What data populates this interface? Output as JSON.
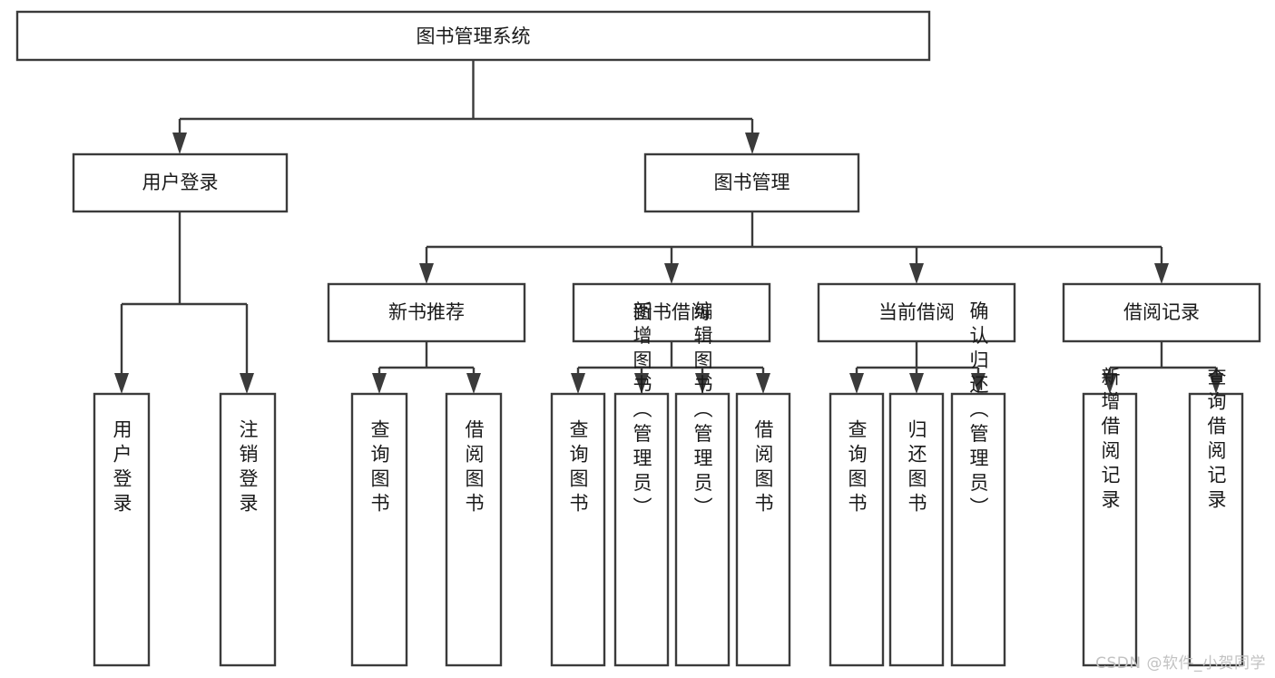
{
  "diagram": {
    "type": "tree-hierarchy",
    "title": "图书管理系统",
    "watermark": "CSDN @软件_小贺同学",
    "colors": {
      "stroke": "#3b3b3b",
      "fill": "#ffffff",
      "text": "#1a1a1a",
      "watermark": "#c2c2c2",
      "background": "#ffffff"
    },
    "levels": {
      "root": {
        "label": "图书管理系统"
      },
      "level2": [
        {
          "label": "用户登录"
        },
        {
          "label": "图书管理"
        }
      ],
      "level3": [
        {
          "label": "新书推荐"
        },
        {
          "label": "图书借阅"
        },
        {
          "label": "当前借阅"
        },
        {
          "label": "借阅记录"
        }
      ],
      "level4": [
        {
          "label": "用户登录",
          "parent": "用户登录"
        },
        {
          "label": "注销登录",
          "parent": "用户登录"
        },
        {
          "label": "查询图书",
          "parent": "新书推荐"
        },
        {
          "label": "借阅图书",
          "parent": "新书推荐"
        },
        {
          "label": "查询图书",
          "parent": "图书借阅"
        },
        {
          "label": "新增图书（管理员）",
          "parent": "图书借阅"
        },
        {
          "label": "编辑图书（管理员）",
          "parent": "图书借阅"
        },
        {
          "label": "借阅图书",
          "parent": "图书借阅"
        },
        {
          "label": "查询图书",
          "parent": "当前借阅"
        },
        {
          "label": "归还图书",
          "parent": "当前借阅"
        },
        {
          "label": "确认归还（管理员）",
          "parent": "当前借阅"
        },
        {
          "label": "新增借阅记录",
          "parent": "借阅记录"
        },
        {
          "label": "查询借阅记录",
          "parent": "借阅记录"
        }
      ]
    }
  }
}
